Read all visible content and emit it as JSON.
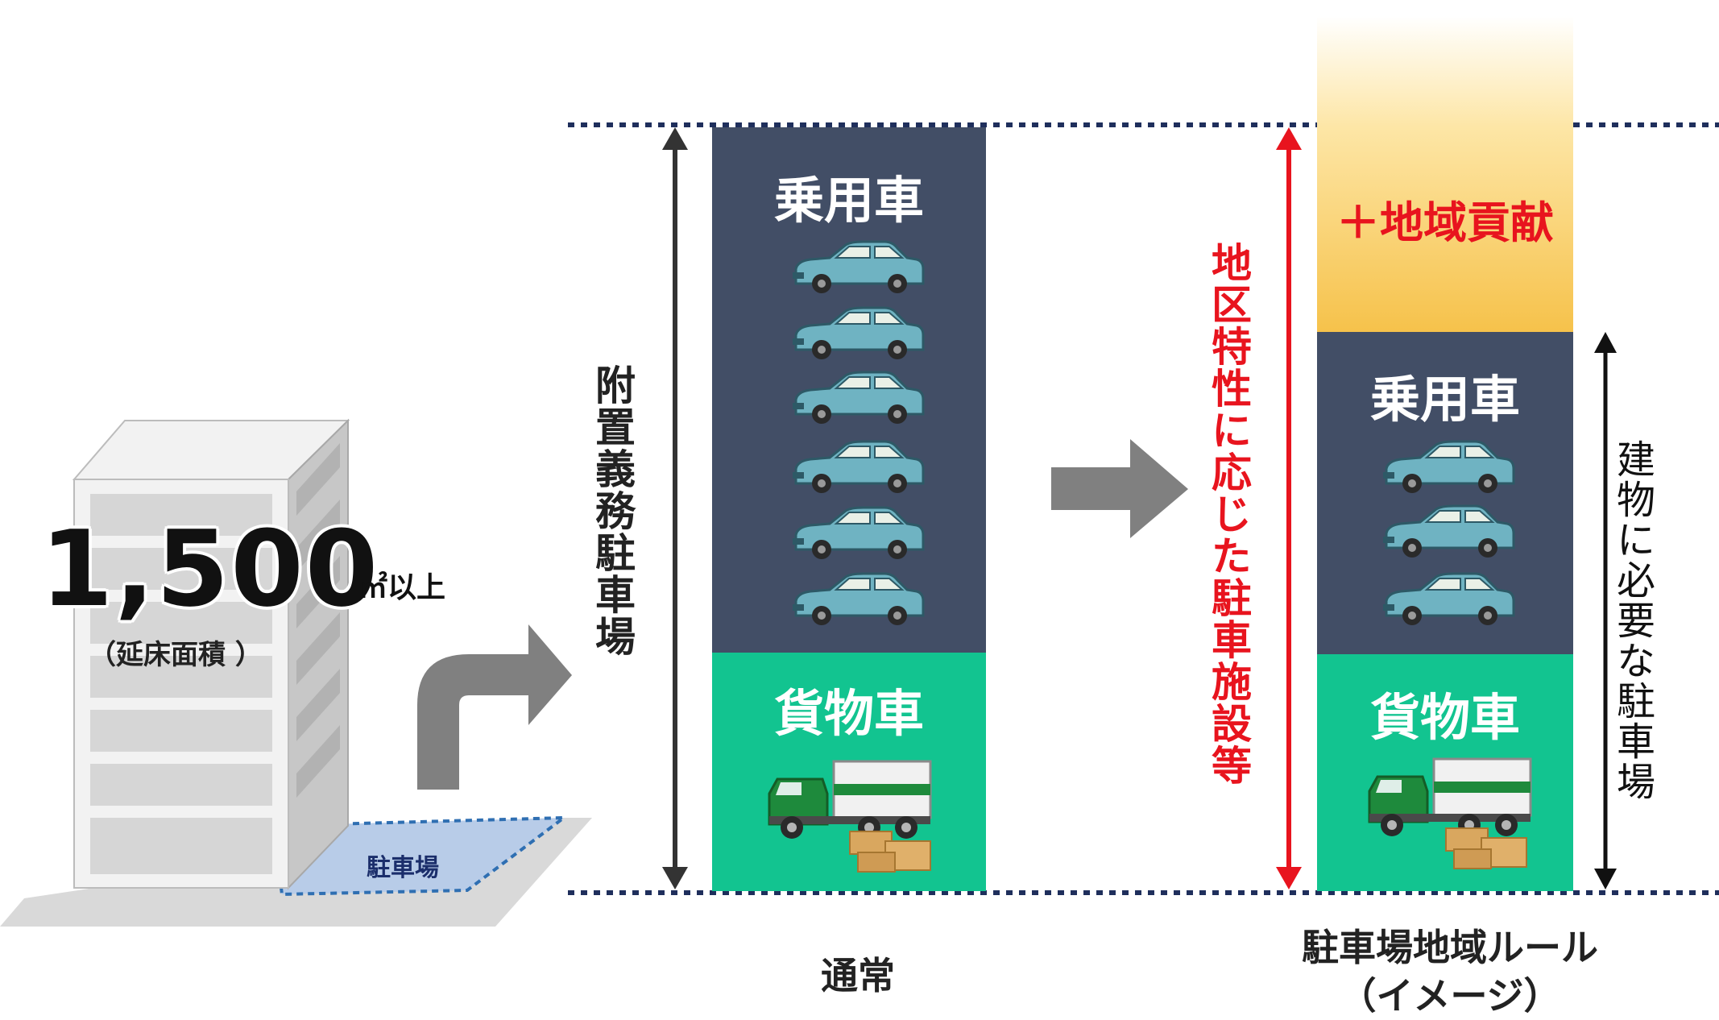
{
  "building": {
    "area_value": "1,500",
    "area_unit": "㎡以上",
    "area_note": "（延床面積 ）",
    "parking_label": "駐車場"
  },
  "normal_column": {
    "vertical_label": "附置義務駐車場",
    "passenger_label": "乗用車",
    "cargo_label": "貨物車",
    "caption": "通常"
  },
  "rule_column": {
    "region_label": "地区特性に応じた駐車施設等",
    "contribution_label": "＋地域貢献",
    "passenger_label": "乗用車",
    "cargo_label": "貨物車",
    "building_need_label": "建物に必要な駐車場",
    "caption_line1": "駐車場地域ルール",
    "caption_line2": "（イメージ）"
  },
  "colors": {
    "navy_panel": "#424e66",
    "green_panel": "#12c490",
    "gold_top": "#fde6a6",
    "gold_bottom": "#f6c24b",
    "red_accent": "#e8141e",
    "dotted_line": "#1f2f5c",
    "car_body": "#6fb3c2",
    "truck_green": "#1e8a3c"
  },
  "icons": [
    "car-icon",
    "truck-icon",
    "box-icon",
    "building-icon",
    "bent-arrow-icon",
    "right-arrow-icon"
  ]
}
